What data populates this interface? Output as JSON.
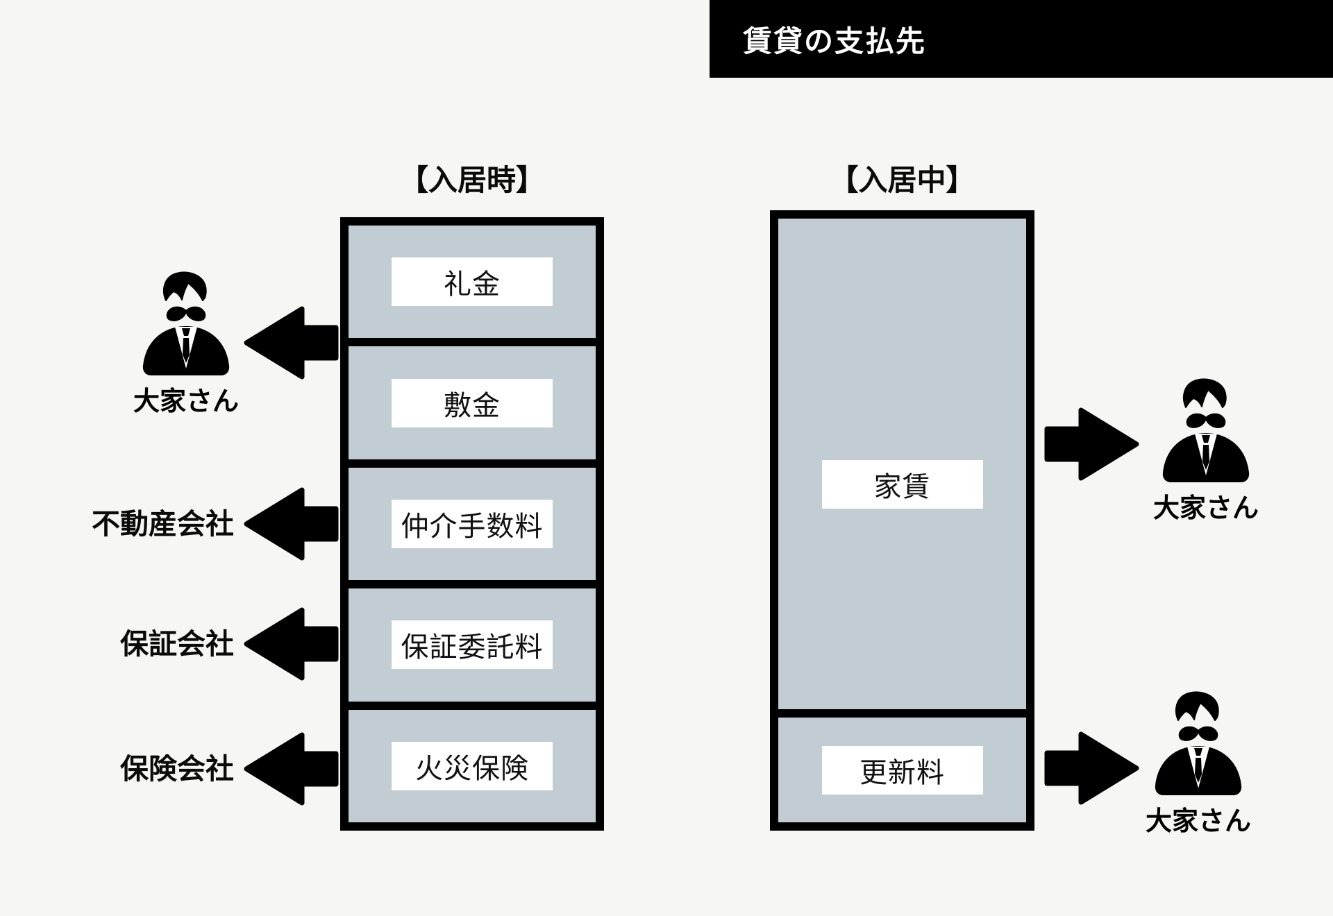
{
  "banner": {
    "title": "賃貸の支払先"
  },
  "columns": {
    "move_in": {
      "title": "【入居時】",
      "items": [
        "礼金",
        "敷金",
        "仲介手数料",
        "保証委託料",
        "火災保険"
      ]
    },
    "during": {
      "title": "【入居中】",
      "items": [
        "家賃",
        "更新料"
      ]
    }
  },
  "recipients": {
    "landlord_move_in": "大家さん",
    "real_estate_company": "不動産会社",
    "guarantee_company": "保証会社",
    "insurance_company": "保険会社",
    "landlord_rent": "大家さん",
    "landlord_renewal": "大家さん"
  },
  "colors": {
    "background": "#f6f6f4",
    "panel_fill": "#c2ccd3",
    "ink": "#000000",
    "chip": "#ffffff"
  }
}
